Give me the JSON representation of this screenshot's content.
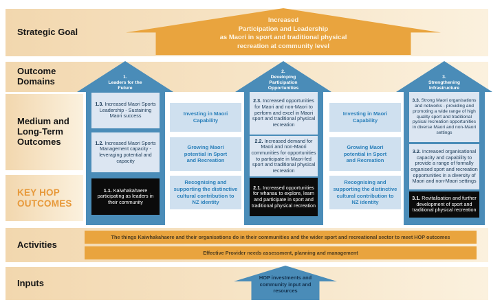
{
  "palette": {
    "band_start": "#f2d7ae",
    "band_end": "#fbf1de",
    "orange": "#e9a43e",
    "blue": "#4a8cb8",
    "light_box": "#dce6f2",
    "gap_box": "#cfe0ef",
    "gap_text": "#2b80ba",
    "navy": "#1c3b57",
    "key_hop": "#e7993a",
    "cream": "#fdf3e0"
  },
  "labels": {
    "strategic_goal": "Strategic Goal",
    "outcome_domains": "Outcome\nDomains",
    "medium_long_term": "Medium and\nLong-Term\nOutcomes",
    "key_hop": "KEY HOP\nOUTCOMES",
    "activities": "Activities",
    "inputs": "Inputs"
  },
  "goal_arrow": {
    "text": "Increased\nParticipation and Leadership\nas Maori in sport and traditional physical\nrecreation at community level"
  },
  "domains": [
    {
      "label": "1.\nLeaders for the\nFuture"
    },
    {
      "label": "2.\nDeveloping\nParticipation\nOpportunities"
    },
    {
      "label": "3.\nStrengthening\nInfrastructure"
    }
  ],
  "columns": [
    {
      "boxes": [
        {
          "num": "1.3.",
          "text": "Increased Maori Sports Leadership - Sustaining Maori success"
        },
        {
          "num": "1.2.",
          "text": "Increased Maori Sports Management capacity - leveraging potential and capacity"
        },
        {
          "num": "1.1.",
          "text": "Kaiwhakahaere participating as leaders in their community"
        }
      ]
    },
    {
      "boxes": [
        {
          "num": "2.3.",
          "text": "Increased opportunities for Maori and non-Maori to perform and excel in Maori sport and traditional physical recreation"
        },
        {
          "num": "2.2.",
          "text": "Increased demand for Maori and non-Maori communities for opportunities to participate in Maori-led sport and traditional physical recreation"
        },
        {
          "num": "2.1.",
          "text": "Increased opportunities for whanau to explore, learn and participate in sport and traditional physical recreation"
        }
      ]
    },
    {
      "boxes": [
        {
          "num": "3.3.",
          "text": "Strong Maori organisations and networks - providing and promoting a wide range of high quality sport and traditional pysical recreation opportunities in diverse Maori and non-Maori settings"
        },
        {
          "num": "3.2.",
          "text": "Increased organisational capacity and capability to provide a range of formally organised sport and recreation opportunities in a diversity of Maori and non-Maori settings"
        },
        {
          "num": "3.1.",
          "text": "Revitalisation and further development of sport and traditional physical recreation"
        }
      ]
    }
  ],
  "bridge_boxes": [
    {
      "text": "Investing in Maori\nCapability"
    },
    {
      "text": "Growing Maori\npotential in Sport\nand Recreation"
    },
    {
      "text": "Recognising and\nsupporting the distinctive\ncultural contribution to\nNZ identity"
    }
  ],
  "activities": {
    "bars": [
      "The things Kaiwhakahaere and their organisations do in their communities and the wider sport and recreational sector to meet HOP outcomes",
      "Effective Provider needs assessment, planning and management"
    ]
  },
  "inputs_arrow": {
    "text": "HOP investments and\ncommunity input and\nresources"
  }
}
